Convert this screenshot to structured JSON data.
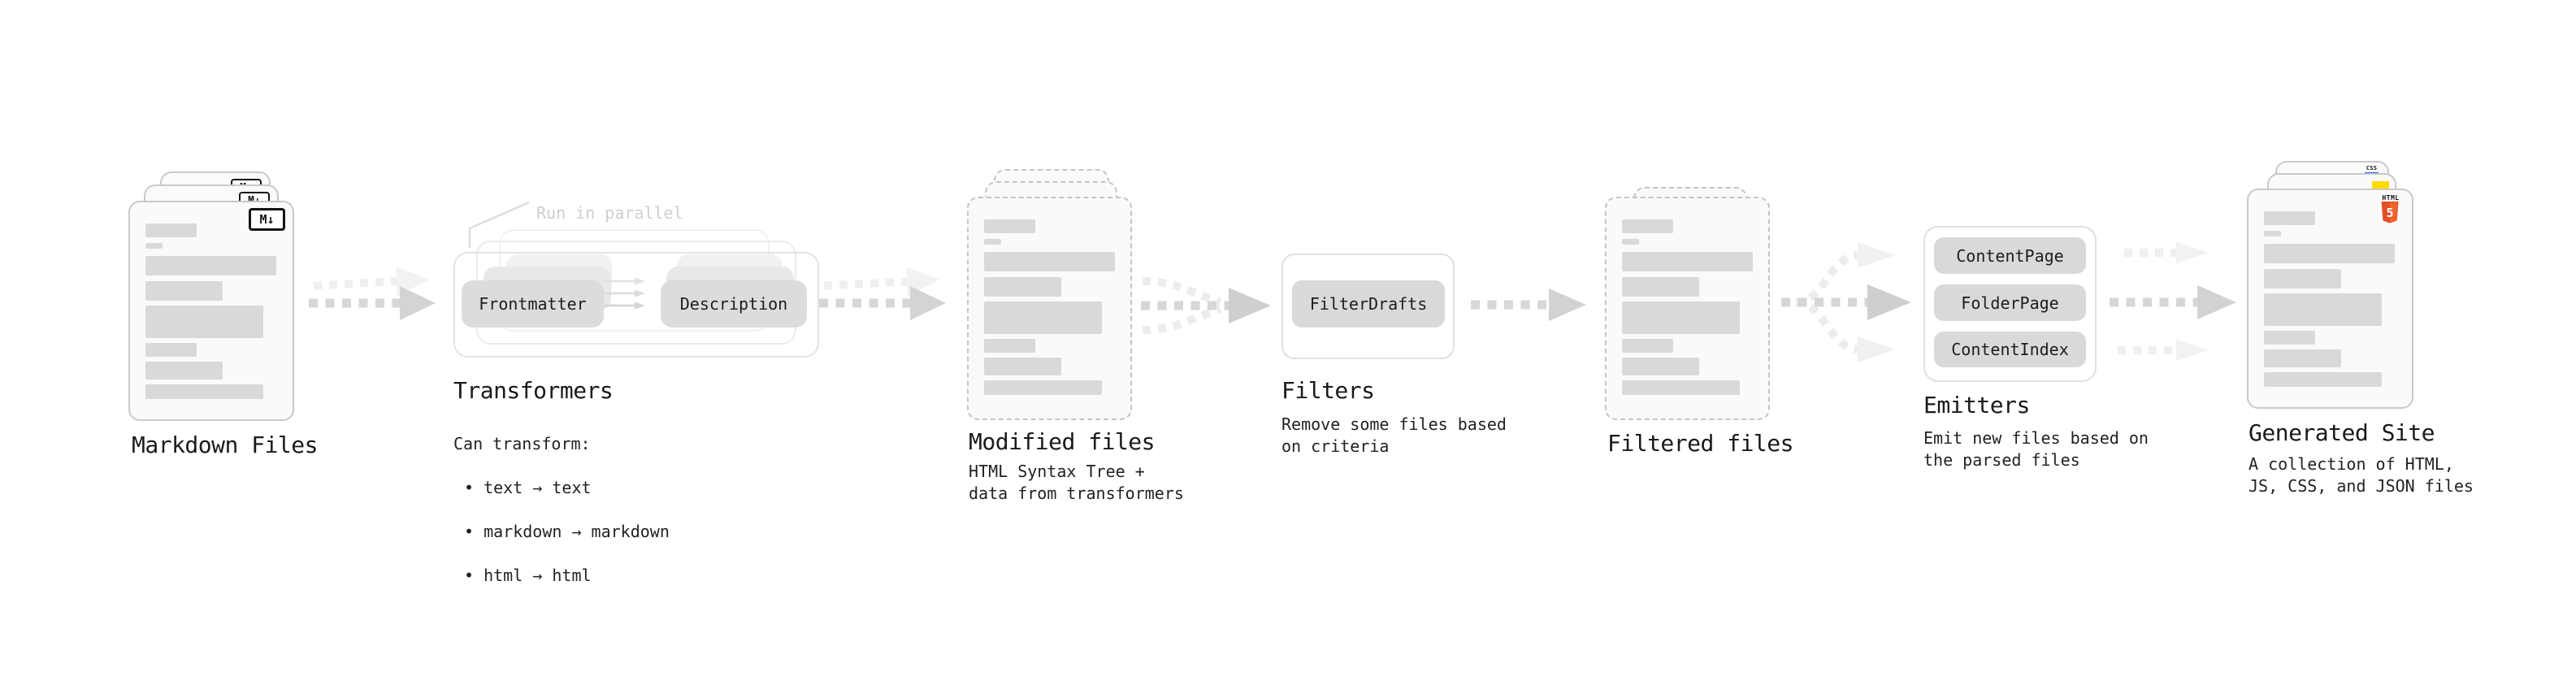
{
  "diagram": {
    "markdown_files": {
      "title": "Markdown Files",
      "badge": "M↓"
    },
    "transformers": {
      "title": "Transformers",
      "parallel_label": "Run in parallel",
      "left_box": "Frontmatter",
      "right_box": "Description",
      "caption": "Can transform:",
      "bullets": [
        "• text → text",
        "• markdown → markdown",
        "• html → html"
      ]
    },
    "modified_files": {
      "title": "Modified files",
      "caption": "HTML Syntax Tree +\ndata from transformers"
    },
    "filters": {
      "title": "Filters",
      "pill": "FilterDrafts",
      "caption": "Remove some files based\non criteria"
    },
    "filtered_files": {
      "title": "Filtered files"
    },
    "emitters": {
      "title": "Emitters",
      "pills": [
        "ContentPage",
        "FolderPage",
        "ContentIndex"
      ],
      "caption": "Emit new files based on\nthe parsed files"
    },
    "generated_site": {
      "title": "Generated Site",
      "caption": "A collection of HTML,\nJS, CSS, and JSON files",
      "css_label": "CSS",
      "html_label": "HTML",
      "html_five": "5"
    }
  },
  "colors": {
    "html5_orange": "#e44d26",
    "html5_orange_light": "#f16529",
    "js_yellow": "#ffdb00",
    "css_blue": "#2962ff"
  }
}
